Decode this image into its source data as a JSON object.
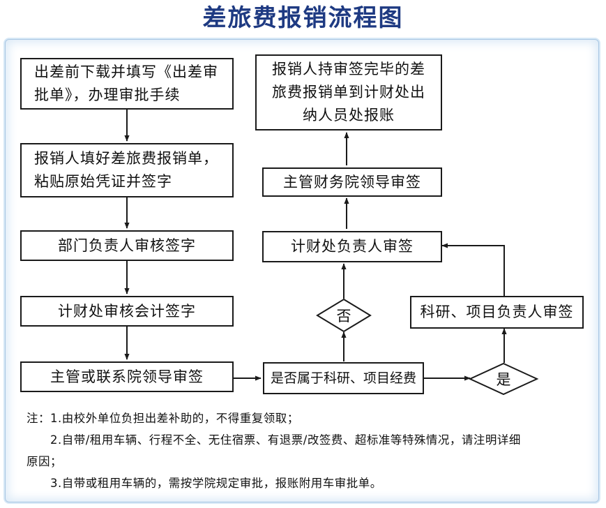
{
  "title": "差旅费报销流程图",
  "steps": {
    "download_form": "出差前下载并填写《出差审批单》，办理审批手续",
    "fill_form": "报销人填好差旅费报销单，粘贴原始凭证并签字",
    "dept_head": "部门负责人审核签字",
    "finance_review": "计财处审核会计签字",
    "leader_sign": "主管或联系院领导审签",
    "is_research": "是否属于科研、项目经费",
    "yes_label": "是",
    "no_label": "否",
    "project_head": "科研、项目负责人审签",
    "finance_head": "计财处负责人审签",
    "finance_leader": "主管财务院领导审签",
    "cashier": "报销人持审签完毕的差旅费报销单到计财处出纳人员处报账"
  },
  "notes": {
    "line1": "注：1.由校外单位负担出差补助的，不得重复领取；",
    "line2": "2.自带/租用车辆、行程不全、无住宿票、有退票/改签费、超标准等特殊情况，请注明详细",
    "line3": "原因；",
    "line4": "3.自带或租用车辆的，需按学院规定审批，报账附用车审批单。"
  },
  "colors": {
    "title": "#1e3a82",
    "border": "#1a1a1a",
    "panel_glow": "#dceaf7"
  }
}
